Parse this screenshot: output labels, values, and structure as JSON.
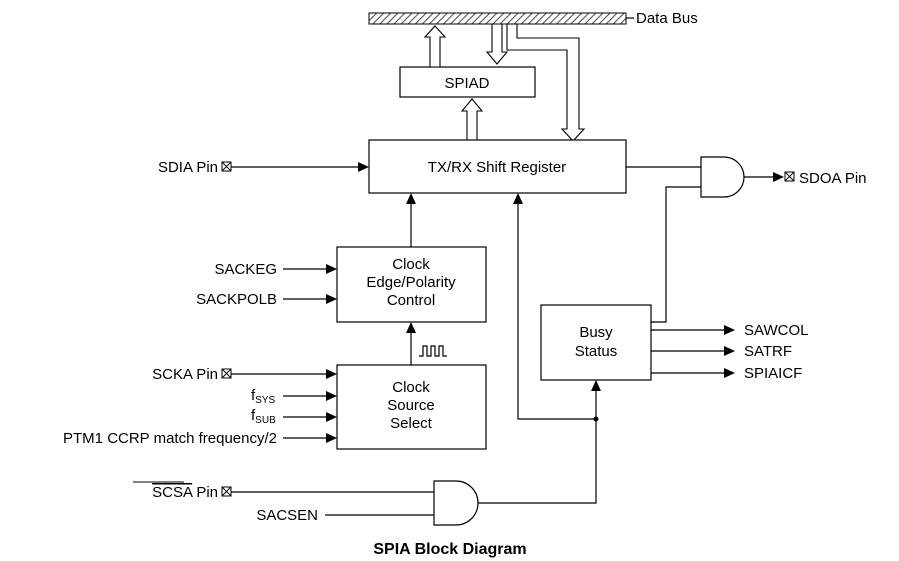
{
  "caption": "SPIA Block Diagram",
  "bus": {
    "label": "Data Bus"
  },
  "blocks": {
    "spiad": "SPIAD",
    "shift_register": "TX/RX Shift Register",
    "clock_edge": [
      "Clock",
      "Edge/Polarity",
      "Control"
    ],
    "clock_source": [
      "Clock",
      "Source",
      "Select"
    ],
    "busy_status": [
      "Busy",
      "Status"
    ]
  },
  "inputs": {
    "sdia": "SDIA Pin",
    "sackeg": "SACKEG",
    "sackpolb": "SACKPOLB",
    "scka": "SCKA Pin",
    "fsys_main": "f",
    "fsys_sub": "SYS",
    "fsub_main": "f",
    "fsub_sub": "SUB",
    "ptm1": "PTM1 CCRP match frequency/2",
    "scsa_name": "SCSA",
    "scsa_suffix": "Pin",
    "sacsen": "SACSEN"
  },
  "outputs": {
    "sdoa": "SDOA Pin",
    "sawcol": "SAWCOL",
    "satrf": "SATRF",
    "spiaicf": "SPIAICF"
  }
}
